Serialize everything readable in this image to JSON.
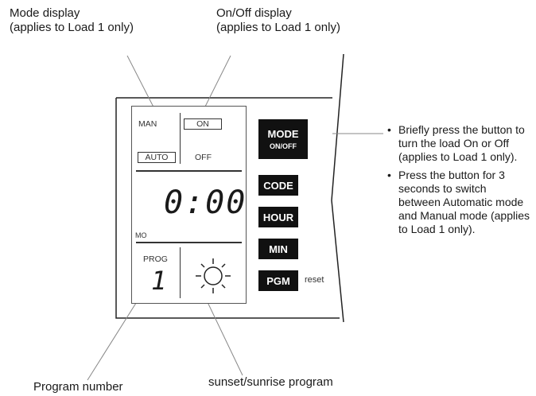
{
  "callouts": {
    "mode_display": [
      "Mode display",
      "(applies to Load 1 only)"
    ],
    "onoff_display": [
      "On/Off display",
      "(applies to Load 1 only)"
    ],
    "program_number": "Program number",
    "sunset_program": "sunset/sunrise program"
  },
  "lcd": {
    "man": "MAN",
    "on": "ON",
    "auto": "AUTO",
    "off": "OFF",
    "time": "0:00",
    "day": "MO",
    "prog": "PROG",
    "prog_number": "1"
  },
  "buttons": {
    "mode": "MODE",
    "mode_sub": "ON/OFF",
    "code": "CODE",
    "hour": "HOUR",
    "min": "MIN",
    "pgm": "PGM",
    "reset": "reset"
  },
  "notes": [
    "Briefly press the button to turn the load On or Off (applies to Load 1 only).",
    "Press the button for 3 seconds to switch between Automatic mode and Manual mode (applies to Load 1 only)."
  ],
  "icons": {
    "sun": "sun-icon"
  }
}
